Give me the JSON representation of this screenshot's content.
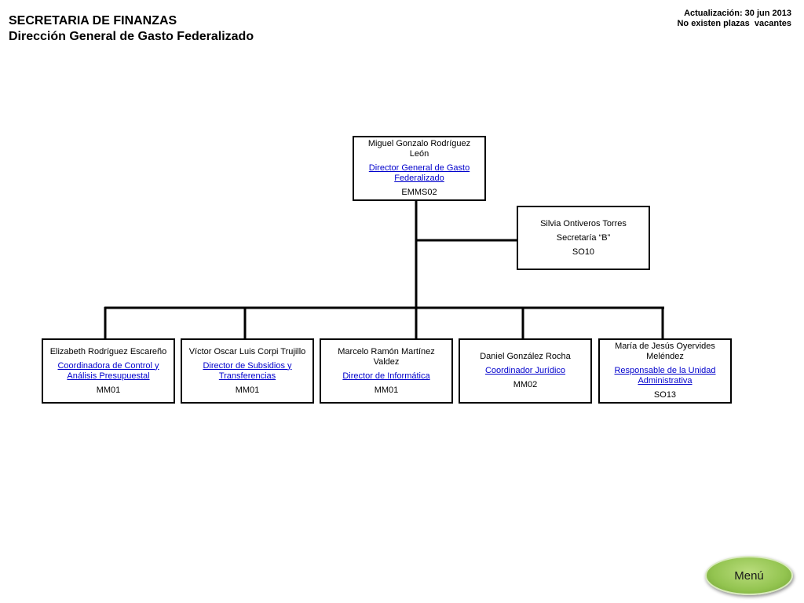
{
  "header": {
    "title": "SECRETARIA DE FINANZAS",
    "subtitle": "Dirección General de Gasto Federalizado"
  },
  "update": {
    "date": "Actualización: 30 jun 2013",
    "vacancies": "No existen plazas  vacantes"
  },
  "org": {
    "director": {
      "name": "Miguel Gonzalo Rodríguez León",
      "role": "Director General de Gasto Federalizado",
      "code": "EMMS02"
    },
    "secretary": {
      "name": "Silvia Ontiveros Torres",
      "role": "Secretaría “B”",
      "code": "SO10"
    },
    "units": [
      {
        "name": "Elizabeth Rodríguez Escareño",
        "role": "Coordinadora de Control y Análisis Presupuestal",
        "code": "MM01"
      },
      {
        "name": "Víctor Oscar Luis Corpi Trujillo",
        "role": "Director de Subsidios y Transferencias",
        "code": "MM01"
      },
      {
        "name": "Marcelo Ramón Martínez Valdez",
        "role": "Director de Informática",
        "code": "MM01"
      },
      {
        "name": "Daniel González Rocha",
        "role": "Coordinador Jurídico",
        "code": "MM02"
      },
      {
        "name": "María de Jesús Oyervides Meléndez",
        "role": "Responsable de la Unidad Administrativa",
        "code": "SO13"
      }
    ]
  },
  "menu": {
    "label": "Menú"
  }
}
